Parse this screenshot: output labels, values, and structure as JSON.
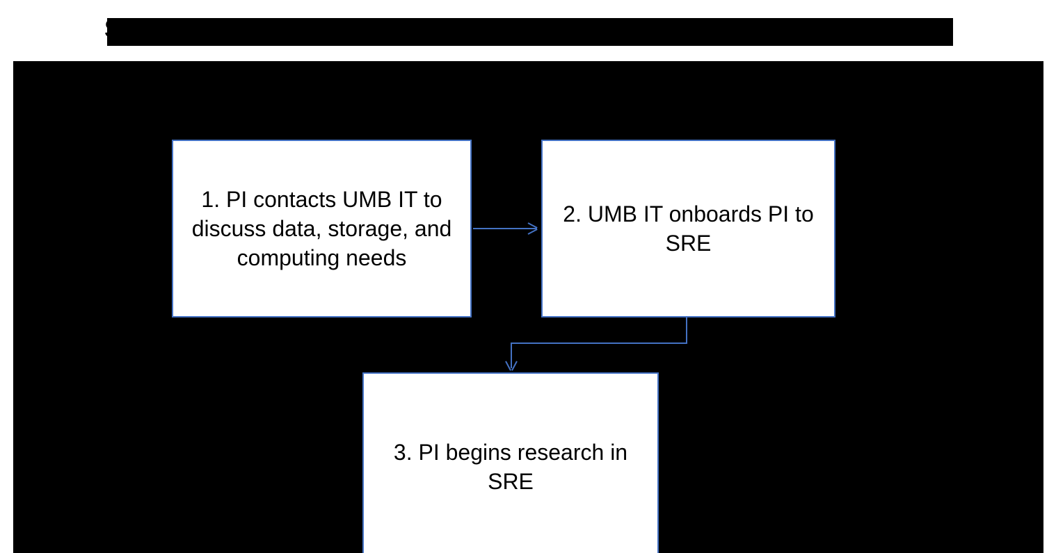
{
  "page": {
    "title": "SRE Workflow for Principal Investigators with non-UMMS data source",
    "title_redacted": true,
    "canvas_background": "#000000",
    "accent_color": "#4472C4",
    "node_fill": "#FFFFFF",
    "text_color": "#000000"
  },
  "diagram": {
    "type": "flowchart",
    "orientation": "left-to-right then down",
    "nodes": [
      {
        "id": "step-1",
        "step": "1",
        "label": "1. PI contacts UMB IT to discuss data, storage, and computing needs",
        "shape": "rectangle",
        "fill": "#FFFFFF",
        "border": "#4472C4"
      },
      {
        "id": "step-2",
        "step": "2",
        "label": "2. UMB IT onboards PI to SRE",
        "shape": "rectangle",
        "fill": "#FFFFFF",
        "border": "#4472C4"
      },
      {
        "id": "step-3",
        "step": "3",
        "label": "3. PI begins research in SRE",
        "shape": "rectangle",
        "fill": "#FFFFFF",
        "border": "#4472C4"
      }
    ],
    "edges": [
      {
        "id": "edge-1-2",
        "from": "step-1",
        "to": "step-2",
        "style": "straight",
        "direction": "right",
        "color": "#4472C4",
        "arrowhead": "open"
      },
      {
        "id": "edge-2-3",
        "from": "step-2",
        "to": "step-3",
        "style": "elbow",
        "direction": "down-left-down",
        "color": "#4472C4",
        "arrowhead": "open"
      }
    ]
  }
}
